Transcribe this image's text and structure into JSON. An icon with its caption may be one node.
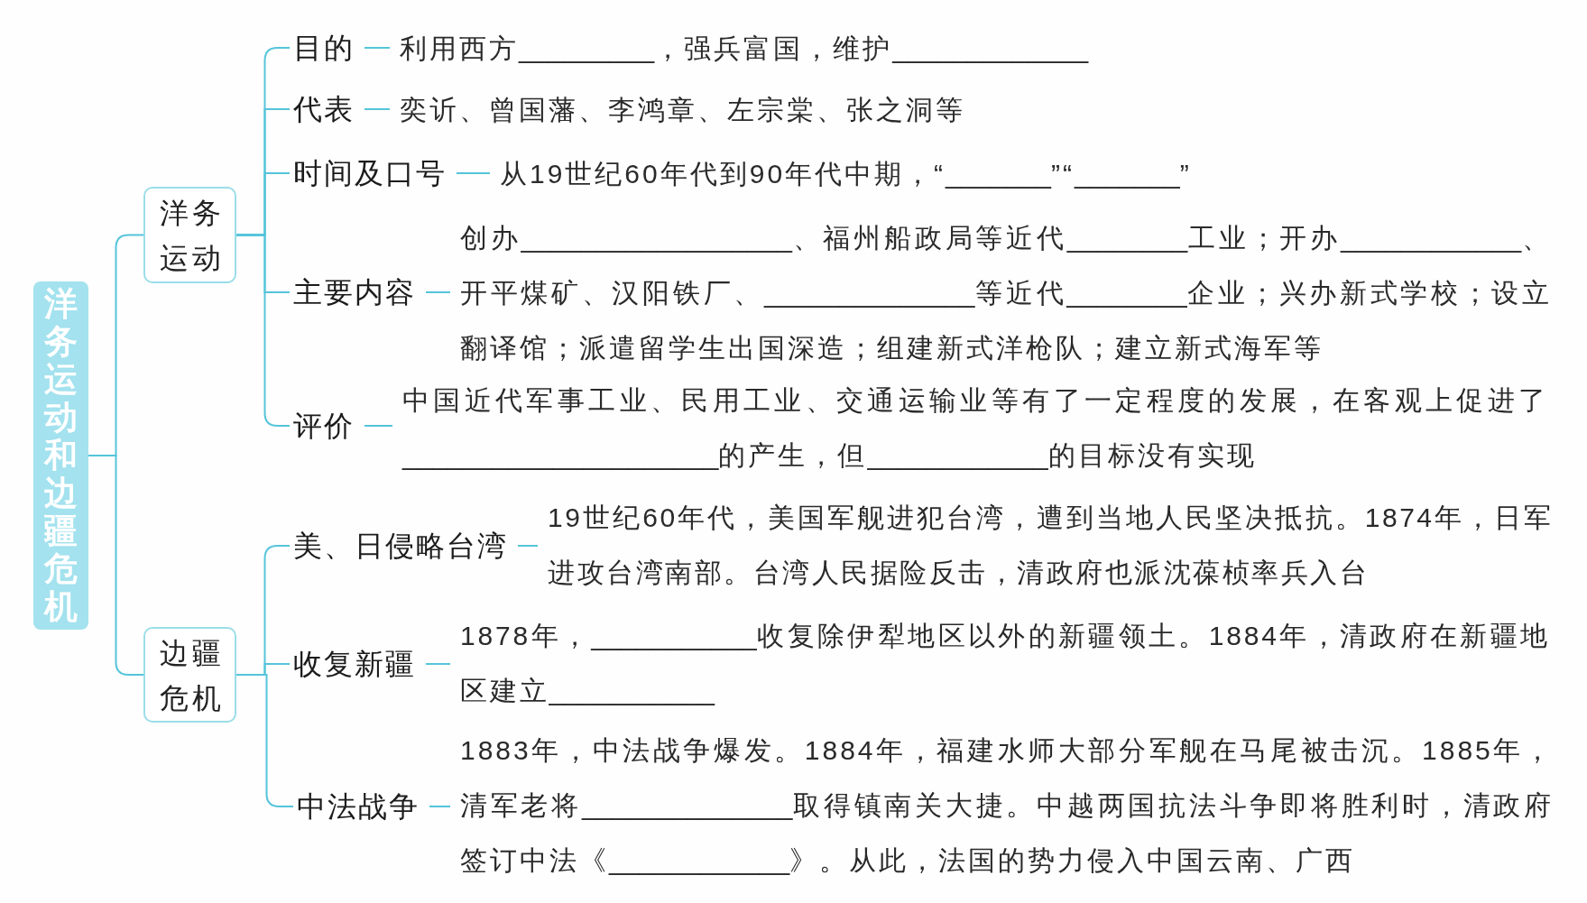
{
  "diagram": {
    "nodes": [
      {
        "text": [
          "洋务运动和边疆危机"
        ]
      },
      {
        "text": [
          "洋务运动"
        ]
      },
      {
        "text": [
          "目的"
        ]
      },
      {
        "text": [
          "利用西方_________，强兵富国，维护_____________"
        ]
      },
      {
        "text": [
          "代表"
        ]
      },
      {
        "text": [
          "奕䜣、曾国藩、李鸿章、左宗棠、张之洞等"
        ]
      },
      {
        "text": [
          "时间及口号"
        ]
      },
      {
        "text": [
          "从19世纪60年代到90年代中期，“_______”“_______”"
        ]
      },
      {
        "text": [
          "主要内容"
        ]
      },
      {
        "text": [
          "创办__________________、福州船政局等近代________工业；开办____________、开平煤矿、汉阳铁厂、______________等近代________企业；兴办新式学校；设立翻译馆；派遣留学生出国深造；组建新式洋枪队；建立新式海军等"
        ]
      },
      {
        "text": [
          "评价"
        ]
      },
      {
        "text": [
          "中国近代军事工业、民用工业、交通运输业等有了一定程度的发展，在客观上促进了_____________________的产生，但____________的目标没有实现"
        ]
      },
      {
        "text": [
          "边疆危机"
        ]
      },
      {
        "text": [
          "美、日侵略台湾"
        ]
      },
      {
        "text": [
          "19世纪60年代，美国军舰进犯台湾，遭到当地人民坚决抵抗。1874年，日军进攻台湾南部。台湾人民据险反击，清政府也派沈葆桢率兵入台"
        ]
      },
      {
        "text": [
          "收复新疆"
        ]
      },
      {
        "text": [
          "1878年，___________收复除伊犁地区以外的新疆领土。1884年，清政府在新疆地区建立___________"
        ]
      },
      {
        "text": [
          "中法战争"
        ]
      },
      {
        "text": [
          "1883年，中法战争爆发。1884年，福建水师大部分军舰在马尾被击沉。1885年，清军老将______________取得镇南关大捷。中越两国抗法斗争即将胜利时，清政府签订中法《____________》。从此，法国的势力侵入中国云南、广西"
        ]
      }
    ],
    "edges": [
      {
        "from": 0,
        "to": 1,
        "arrow": "none"
      },
      {
        "from": 0,
        "to": 12,
        "arrow": "none"
      },
      {
        "from": 1,
        "to": 2,
        "arrow": "none"
      },
      {
        "from": 1,
        "to": 4,
        "arrow": "none"
      },
      {
        "from": 1,
        "to": 6,
        "arrow": "none"
      },
      {
        "from": 1,
        "to": 8,
        "arrow": "none"
      },
      {
        "from": 1,
        "to": 10,
        "arrow": "none"
      },
      {
        "from": 2,
        "to": 3,
        "arrow": "none"
      },
      {
        "from": 4,
        "to": 5,
        "arrow": "none"
      },
      {
        "from": 6,
        "to": 7,
        "arrow": "none"
      },
      {
        "from": 8,
        "to": 9,
        "arrow": "none"
      },
      {
        "from": 10,
        "to": 11,
        "arrow": "none"
      },
      {
        "from": 12,
        "to": 13,
        "arrow": "none"
      },
      {
        "from": 12,
        "to": 15,
        "arrow": "none"
      },
      {
        "from": 12,
        "to": 17,
        "arrow": "none"
      },
      {
        "from": 13,
        "to": 14,
        "arrow": "none"
      },
      {
        "from": 15,
        "to": 16,
        "arrow": "none"
      },
      {
        "from": 17,
        "to": 18,
        "arrow": "none"
      }
    ]
  }
}
